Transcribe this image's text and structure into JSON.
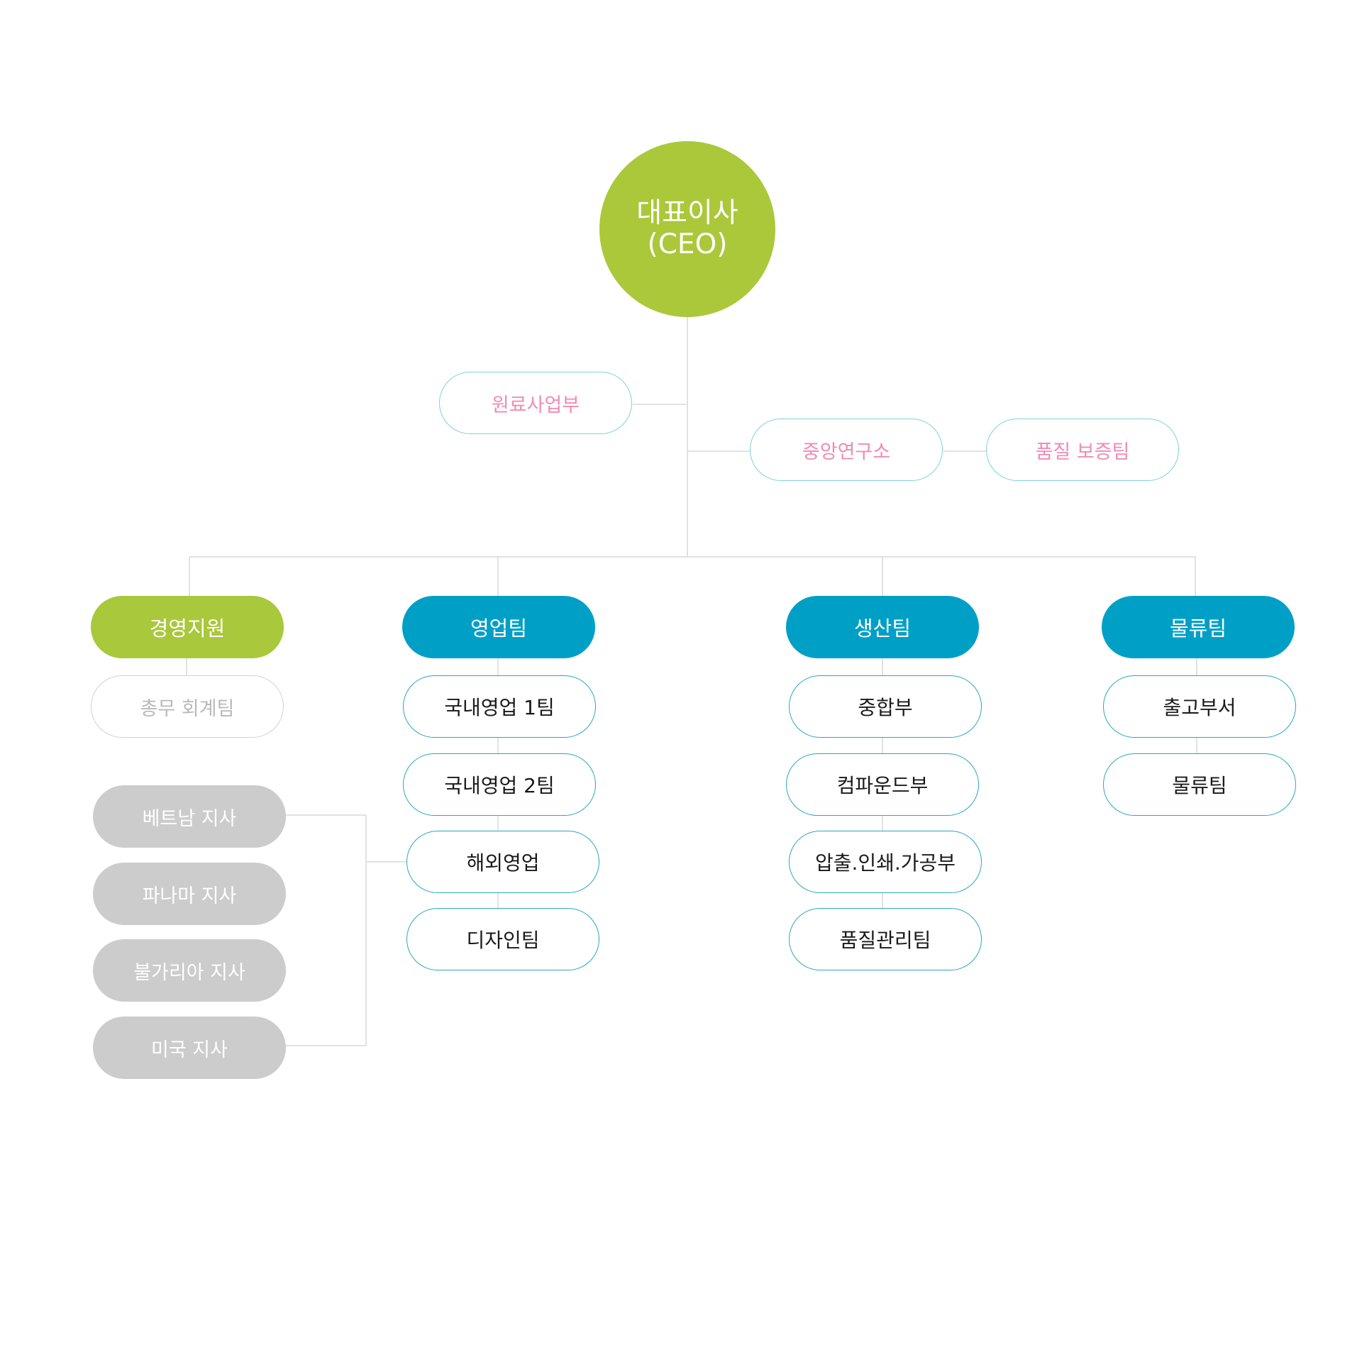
{
  "ceo": {
    "line1": "대표이사",
    "line2": "(CEO)"
  },
  "staff": {
    "raw_materials": "원료사업부",
    "research": "중앙연구소",
    "quality_assurance": "품질 보증팀"
  },
  "divisions": {
    "management": {
      "title": "경영지원",
      "teams": [
        "총무 회계팀"
      ]
    },
    "sales": {
      "title": "영업팀",
      "teams": [
        "국내영업 1팀",
        "국내영업 2팀",
        "해외영업",
        "디자인팀"
      ]
    },
    "production": {
      "title": "생산팀",
      "teams": [
        "중합부",
        "컴파운드부",
        "압출.인쇄.가공부",
        "품질관리팀"
      ]
    },
    "logistics": {
      "title": "물류팀",
      "teams": [
        "출고부서",
        "물류팀"
      ]
    }
  },
  "branches": [
    "베트남 지사",
    "파나마 지사",
    "불가리아 지사",
    "미국 지사"
  ],
  "colors": {
    "green": "#a9c83b",
    "blue": "#00a0c6",
    "grey": "#cccccc",
    "pink_text": "#f08bb5",
    "outline_cyan": "#7fcfdf",
    "line": "#e0e0e0"
  }
}
